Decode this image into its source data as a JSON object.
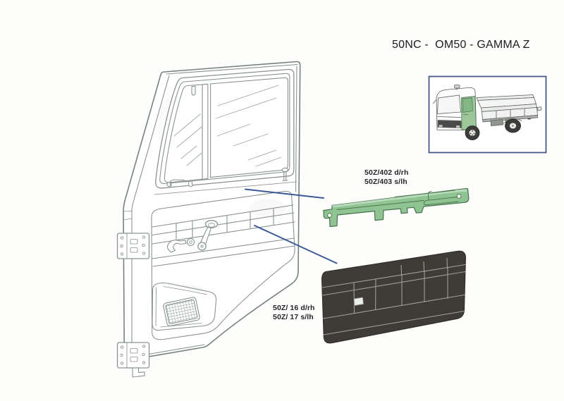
{
  "page": {
    "title": "50NC -  OM50 - GAMMA Z"
  },
  "parts": {
    "window_rail": {
      "label_line1": "50Z/402 d/rh",
      "label_line2": "50Z/403 s/lh"
    },
    "trim_panel": {
      "label_line1": "50Z/ 16 d/rh",
      "label_line2": "50Z/ 17 s/lh"
    }
  },
  "colors": {
    "part-green": "#8fc492",
    "part-green-light": "#b6d9b7",
    "part-green-dark": "#47714c",
    "panel-dark": "#3f3b36",
    "panel-line": "#a19d97",
    "callout-blue": "#3a5a96",
    "box-border": "#46598a",
    "truck-door-green": "#9cc79a",
    "truck-glass-green": "#83b786",
    "line-gray": "#8a9292",
    "line-dark": "#788181"
  }
}
